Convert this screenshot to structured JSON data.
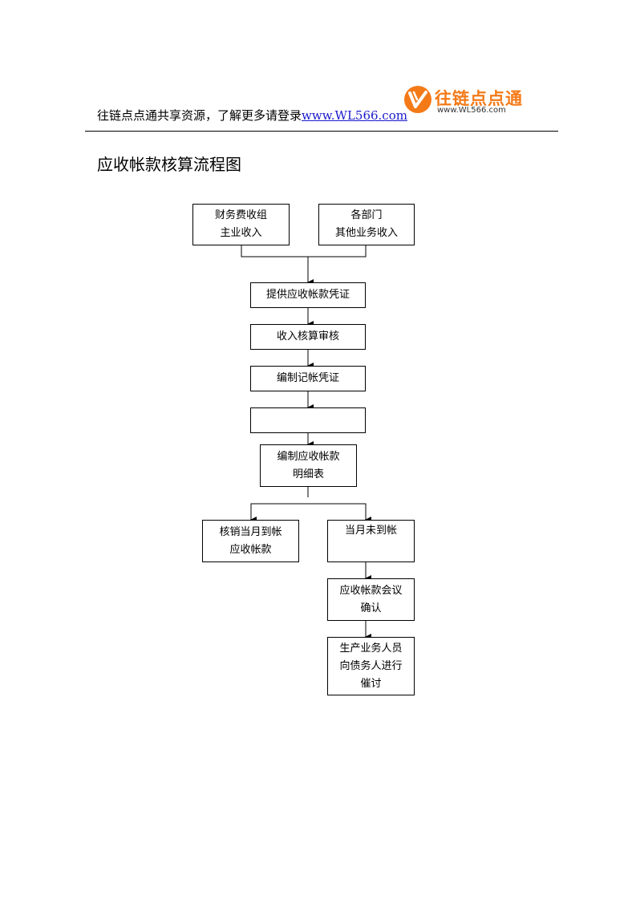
{
  "header": {
    "text": "往链点点通共享资源，了解更多请登录",
    "link": "www.WL566.com"
  },
  "logo": {
    "brand": "往链点点通",
    "url": "www.WL566.com"
  },
  "title": "应收帐款核算流程图",
  "flowchart": {
    "finance_group": [
      "财务费收组",
      "主业收入"
    ],
    "departments": [
      "各部门",
      "其他业务收入"
    ],
    "provide_voucher": "提供应收帐款凭证",
    "income_audit": "收入核算审核",
    "prepare_voucher": "编制记帐凭证",
    "blank_step": "",
    "detail_table": [
      "编制应收帐款",
      "明细表"
    ],
    "write_off": [
      "核销当月到帐",
      "应收帐款"
    ],
    "not_arrived": "当月未到帐",
    "meeting_confirm": [
      "应收帐款会议",
      "确认"
    ],
    "collection": [
      "生产业务人员",
      "向债务人进行",
      "催讨"
    ]
  }
}
